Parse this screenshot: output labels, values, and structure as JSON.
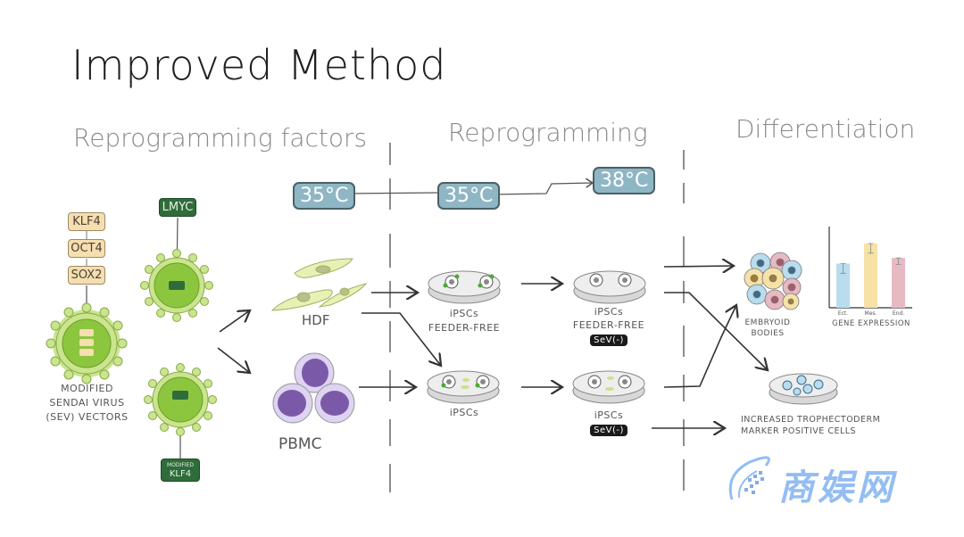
{
  "title": "Improved Method",
  "sections": {
    "factors": "Reprogramming factors",
    "reprogramming": "Reprogramming",
    "differentiation": "Differentiation"
  },
  "temperatures": [
    "35°C",
    "35°C",
    "38°C"
  ],
  "factors": {
    "stack": [
      "KLF4",
      "OCT4",
      "SOX2"
    ],
    "lmyc": "LMYC",
    "modified_klf4_line1": "MODIFIED",
    "modified_klf4_line2": "KLF4",
    "vector_label": [
      "MODIFIED",
      "SENDAI VIRUS",
      "(SeV) VECTORS"
    ]
  },
  "cells": {
    "hdf": "HDF",
    "pbmc": "PBMC"
  },
  "dishes": {
    "top_left_line1": "iPSCs",
    "top_left_line2": "FEEDER-FREE",
    "top_right_line1": "iPSCs",
    "top_right_line2": "FEEDER-FREE",
    "top_right_badge": "SeV(-)",
    "bottom_left_line1": "iPSCs",
    "bottom_right_line1": "iPSCs",
    "bottom_right_badge": "SeV(-)"
  },
  "differentiation": {
    "embryoid_line1": "EMBRYOID",
    "embryoid_line2": "BODIES",
    "trophectoderm_line1": "INCREASED TROPHECTODERM",
    "trophectoderm_line2": "MARKER POSITIVE   CELLS"
  },
  "chart_data": {
    "type": "bar",
    "title": "",
    "xlabel": "GENE EXPRESSION",
    "ylabel": "",
    "categories": [
      "Ect.",
      "Mes.",
      "End."
    ],
    "values": [
      0.55,
      0.8,
      0.62
    ],
    "errors": [
      0.12,
      0.12,
      0.08
    ],
    "colors": [
      "#b9dcef",
      "#f6e2a6",
      "#e7b9c2"
    ],
    "ylim": [
      0,
      1
    ]
  },
  "watermark": "商娱网",
  "colors": {
    "virus_green": "#8cc63f",
    "virus_outline": "#c9e58d",
    "temp_blue": "#8fb6c4",
    "factor_tan": "#f5deb0",
    "dark_green": "#2f6c3b",
    "pbmc_purple": "#7a5aa8"
  }
}
